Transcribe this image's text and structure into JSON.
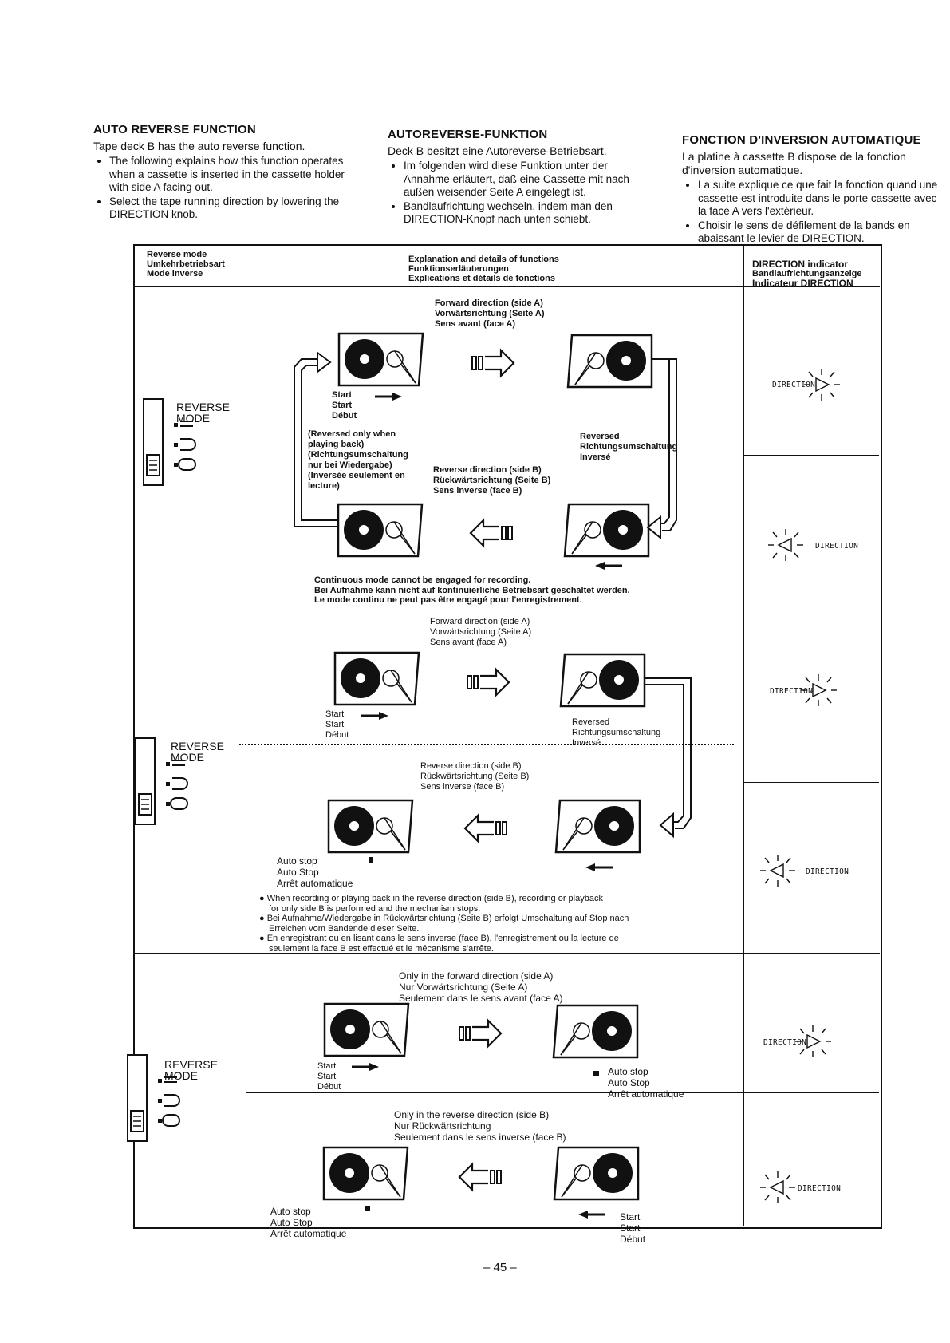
{
  "intro": [
    {
      "title": "AUTO REVERSE FUNCTION",
      "lead": "Tape deck B has the auto reverse function.",
      "bullets": [
        "The following explains how this function operates when a cassette is inserted in the cassette holder with side A facing out.",
        "Select the tape running direction by lowering the DIRECTION knob."
      ]
    },
    {
      "title": "AUTOREVERSE-FUNKTION",
      "lead": "Deck B besitzt eine Autoreverse-Betriebsart.",
      "bullets": [
        "Im folgenden wird diese Funktion unter der Annahme erläutert, daß eine Cassette mit nach außen weisender Seite A eingelegt ist.",
        "Bandlaufrichtung wechseln, indem man den DIRECTION-Knopf nach unten schiebt."
      ]
    },
    {
      "title": "FONCTION D'INVERSION AUTOMATIQUE",
      "lead": "La platine à cassette B dispose de la fonction d'inversion automatique.",
      "bullets": [
        "La suite explique ce que fait la fonction quand une cassette est introduite dans le porte cassette avec la face A vers l'extérieur.",
        "Choisir le sens de défilement de la bands en abaissant le levier de DIRECTION."
      ]
    }
  ],
  "header": {
    "col1": [
      "Reverse mode",
      "Umkehrbetriebsart",
      "Mode inverse"
    ],
    "col2": [
      "Explanation and details of functions",
      "Funktionserläuterungen",
      "Explications et détails de fonctions"
    ],
    "col3": [
      "DIRECTION indicator",
      "Bandlaufrichtungsanzeige",
      "Indicateur DIRECTION"
    ]
  },
  "common": {
    "reverse_mode": [
      "REVERSE",
      "MODE"
    ],
    "direction": "DIRECTION",
    "start": [
      "Start",
      "Start",
      "Début"
    ],
    "reversed": [
      "Reversed",
      "Richtungsumschaltung",
      "Inversé"
    ],
    "forward": [
      "Forward direction (side A)",
      "Vorwärtsrichtung (Seite A)",
      "Sens avant (face A)"
    ],
    "reverse": [
      "Reverse direction (side B)",
      "Rückwärtsrichtung (Seite B)",
      "Sens inverse (face B)"
    ],
    "auto_stop": [
      "Auto stop",
      "Auto Stop",
      "Arrêt automatique"
    ]
  },
  "row1": {
    "reversed_only": [
      "(Reversed only when",
      "playing back)",
      "(Richtungsumschaltung",
      "nur bei Wiedergabe)",
      "(Inversée seulement en",
      "lecture)"
    ],
    "note": [
      "Continuous mode cannot be engaged for recording.",
      "Bei Aufnahme kann nicht auf kontinuierliche Betriebsart geschaltet werden.",
      "Le mode continu ne peut pas être engagé pour l'enregistrement."
    ]
  },
  "row2": {
    "notes": [
      "When recording or playing back in the reverse direction (side B), recording or playback",
      "for only side B is performed and the mechanism stops.",
      "Bei Aufnahme/Wiedergabe in Rückwärtsrichtung (Seite B) erfolgt Umschaltung auf Stop nach",
      "Erreichen vom Bandende dieser Seite.",
      "En enregistrant ou en lisant dans le sens inverse (face B), l'enregistrement ou la lecture de",
      "seulement la face B est effectué et le mécanisme s'arrête."
    ]
  },
  "row3": {
    "only_forward": [
      "Only in the forward direction (side A)",
      "Nur Vorwärtsrichtung (Seite A)",
      "Seulement dans le sens avant (face A)"
    ],
    "only_reverse": [
      "Only in the reverse direction (side B)",
      "Nur Rückwärtsrichtung",
      "Seulement dans le sens inverse (face B)"
    ]
  },
  "page_number": "– 45 –"
}
